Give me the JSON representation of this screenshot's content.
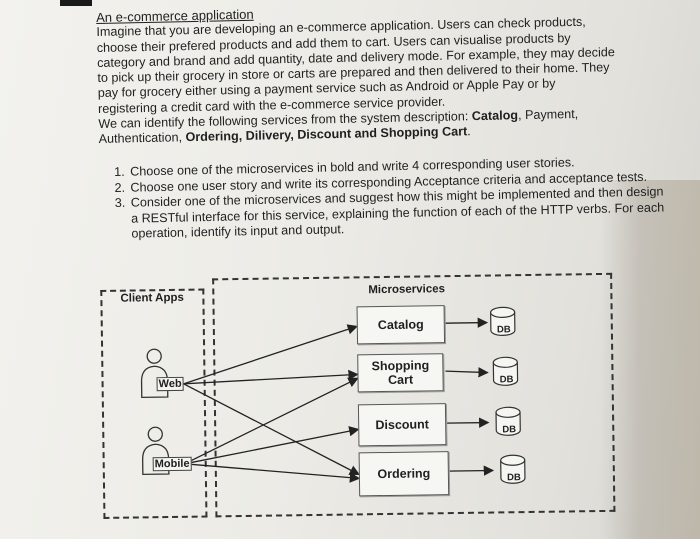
{
  "document": {
    "title": "An e-commerce application",
    "paragraph": [
      "Imagine that you are developing an e-commerce application. Users can check products,",
      "choose their prefered products and add them to cart. Users can visualise products by",
      "category and brand and add quantity, date and delivery mode. For example, they may decide",
      "to pick up their grocery in store or carts are prepared and then delivered to their home. They",
      "pay for grocery either using a payment service such as Android or Apple Pay or by",
      "registering a credit card with the e-commerce service provider."
    ],
    "services_intro": "We can identify the following services from the system description: ",
    "services_bold_1": "Catalog",
    "services_sep_1": ", Payment,",
    "services_line2_pre": "Authentication, ",
    "services_bold_2": "Ordering, Dilivery, Discount and Shopping Cart",
    "services_end": "."
  },
  "questions": [
    {
      "num": "1.",
      "text": "Choose one of the microservices in bold and write 4 corresponding user stories."
    },
    {
      "num": "2.",
      "text": "Choose one user story and write its corresponding Acceptance criteria and acceptance tests."
    },
    {
      "num": "3.",
      "text": "Consider one of the microservices and suggest how this might be implemented and then design a RESTful interface for this service, explaining the function of each of the HTTP verbs. For each operation, identify its input and output."
    }
  ],
  "diagram": {
    "client_apps_label": "Client Apps",
    "microservices_label": "Microservices",
    "actors": [
      "Web",
      "Mobile"
    ],
    "services": [
      "Catalog",
      "Shopping Cart",
      "Discount",
      "Ordering"
    ],
    "db_label": "DB"
  }
}
